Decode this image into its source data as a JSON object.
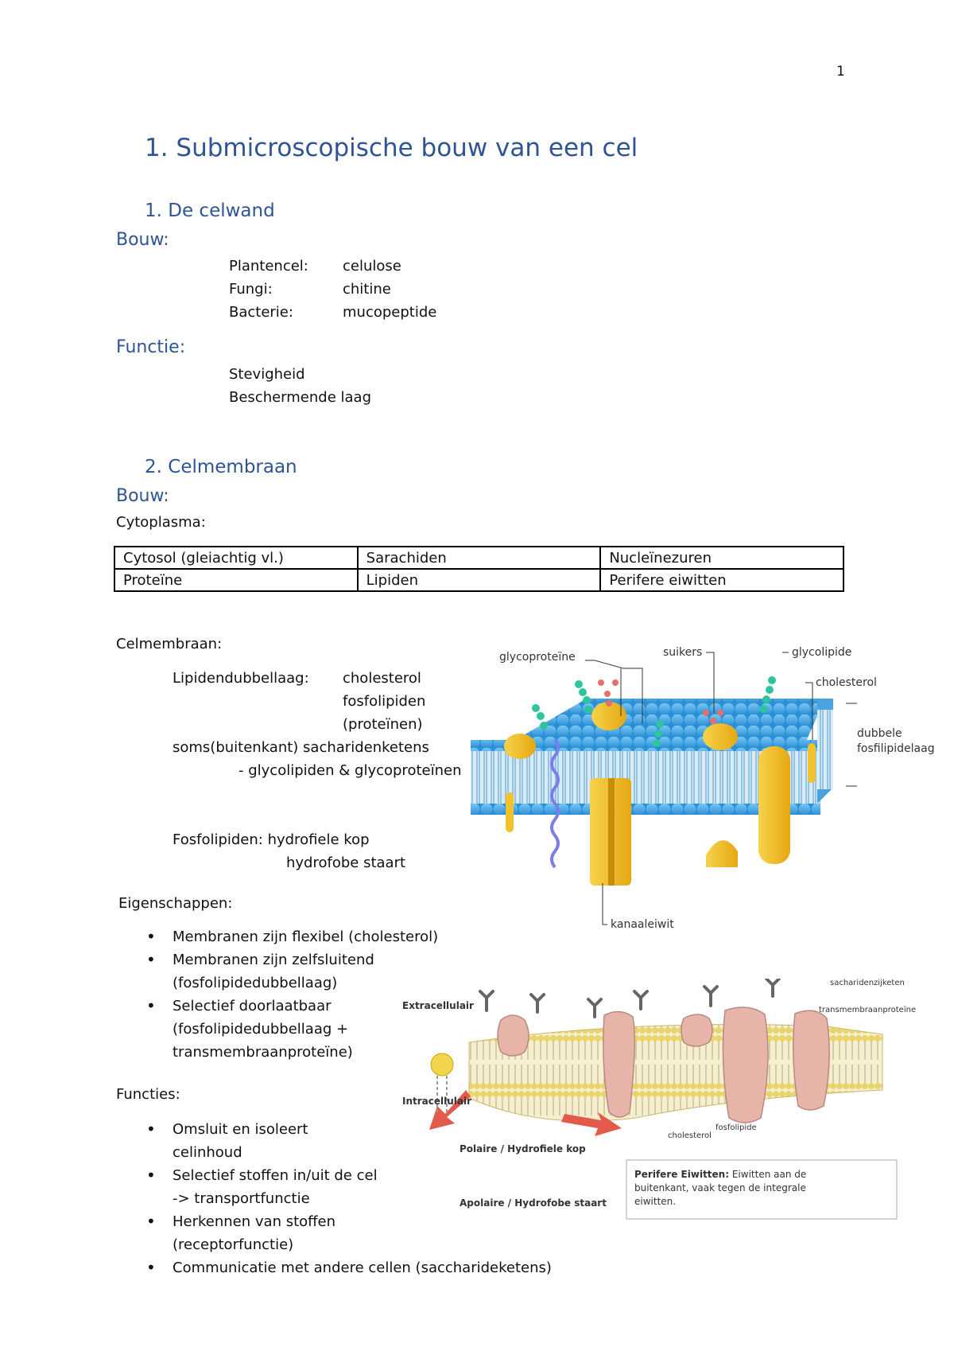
{
  "page_number": "1",
  "title": "1. Submicroscopische bouw van een cel",
  "section1": {
    "heading": "1.  De celwand",
    "bouw_label": "Bouw:",
    "rows": [
      {
        "key": "Plantencel:",
        "value": "celulose"
      },
      {
        "key": "Fungi:",
        "value": "chitine"
      },
      {
        "key": "Bacterie:",
        "value": "mucopeptide"
      }
    ],
    "functie_label": "Functie:",
    "functies": [
      "Stevigheid",
      "Beschermende laag"
    ]
  },
  "section2": {
    "heading": "2.  Celmembraan",
    "bouw_label": "Bouw:",
    "cytoplasma_label": "Cytoplasma:",
    "table": [
      [
        "Cytosol (gleiachtig vl.)",
        "Sarachiden",
        "Nucleïnezuren"
      ],
      [
        "Proteïne",
        "Lipiden",
        "Perifere eiwitten"
      ]
    ],
    "celmembraan_label": "Celmembraan:",
    "lipiden_key": "Lipidendubbellaag:",
    "lipiden_values": [
      "cholesterol",
      "fosfolipiden",
      "(proteïnen)"
    ],
    "soms": "soms(buitenkant) sacharidenketens",
    "glyco": "- glycolipiden & glycoproteïnen",
    "fosfo_line1": "Fosfolipiden: hydrofiele kop",
    "fosfo_line2": "hydrofobe staart",
    "eigenschappen_label": "Eigenschappen:",
    "eigenschappen": [
      "Membranen zijn flexibel (cholesterol)",
      "Membranen zijn zelfsluitend (fosfolipidedubbellaag)",
      "Selectief doorlaatbaar (fosfolipidedubbellaag + transmembraanproteïne)"
    ],
    "functies_label": "Functies:",
    "functies": [
      "Omsluit en isoleert celinhoud",
      "Selectief stoffen in/uit de cel -> transportfunctie",
      "Herkennen van stoffen (receptorfunctie)",
      "Communicatie met andere cellen (saccharideketens)"
    ]
  },
  "figure1": {
    "labels": {
      "glycoproteine": "glycoproteïne",
      "suikers": "suikers",
      "glycolipide": "glycolipide",
      "cholesterol": "cholesterol",
      "dubbele1": "dubbele",
      "dubbele2": "fosfilipidelaag",
      "kanaaleiwit": "kanaaleiwit"
    },
    "colors": {
      "head": "#3aa0e0",
      "protein": "#f2c12e",
      "sugar": "#2ec4a0"
    }
  },
  "figure2": {
    "labels": {
      "extracellulair": "Extracellulair",
      "intracellulair": "Intracellulair",
      "sacharidenzijketen": "sacharidenzijketen",
      "transmembraanproteine": "transmembraanproteïne",
      "cholesterol": "cholesterol",
      "fosfolipide": "fosfolipide",
      "polaire": "Polaire / Hydrofiele kop",
      "apolaire": "Apolaire / Hydrofobe staart",
      "perifere_title": "Perifere Eiwitten:",
      "perifere_text1": " Eiwitten aan de",
      "perifere_text2": "buitenkant, vaak tegen de integrale",
      "perifere_text3": "eiwitten."
    }
  }
}
